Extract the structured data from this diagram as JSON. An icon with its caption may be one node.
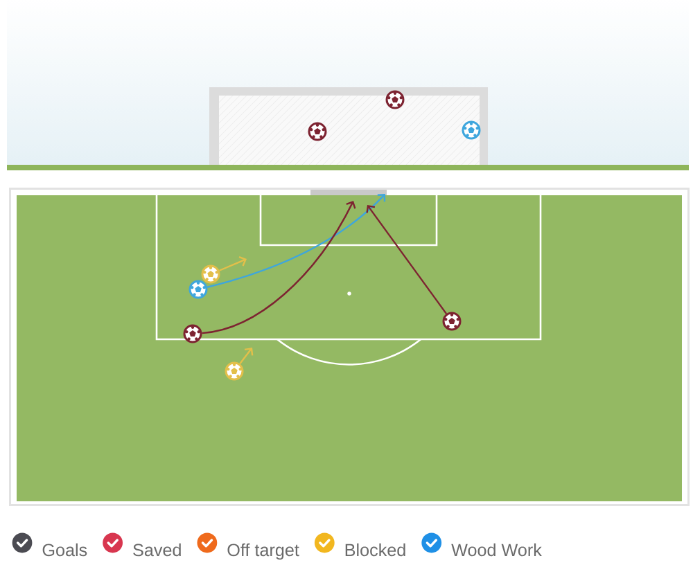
{
  "diagram": {
    "nodes": [
      {
        "text": [],
        "shape": "circle"
      },
      {
        "text": [],
        "shape": "circle"
      },
      {
        "text": [],
        "shape": "circle"
      },
      {
        "text": [],
        "shape": "circle"
      },
      {
        "text": [],
        "shape": "circle"
      },
      {
        "text": [],
        "shape": "circle"
      },
      {
        "text": [],
        "shape": "circle"
      },
      {
        "text": [],
        "shape": "circle"
      }
    ],
    "edges": [
      {
        "from": 3,
        "to": null,
        "arrow": "to",
        "color": "#e3bf4a"
      },
      {
        "from": 4,
        "to": null,
        "arrow": "to",
        "color": "#3ea6dd"
      },
      {
        "from": 5,
        "to": null,
        "arrow": "to",
        "color": "#7d2331"
      },
      {
        "from": 6,
        "to": null,
        "arrow": "to",
        "color": "#7d2331"
      },
      {
        "from": 7,
        "to": null,
        "arrow": "to",
        "color": "#e3bf4a"
      }
    ],
    "legend": [
      {
        "text": "Goals",
        "color": "#4b4b52"
      },
      {
        "text": "Saved",
        "color": "#d8364f"
      },
      {
        "text": "Off target",
        "color": "#ef6a1c"
      },
      {
        "text": "Blocked",
        "color": "#f2b71f"
      },
      {
        "text": "Wood Work",
        "color": "#1f90e6"
      }
    ]
  }
}
